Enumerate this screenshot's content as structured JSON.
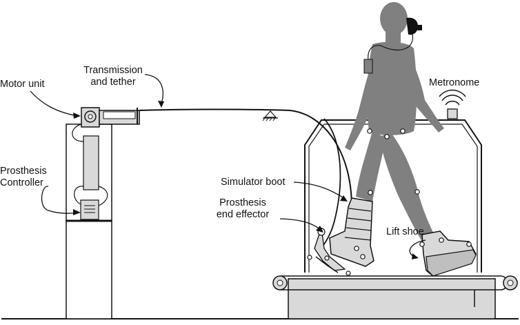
{
  "labels": {
    "motor_unit": "Motor unit",
    "transmission_1": "Transmission",
    "transmission_2": "and tether",
    "metronome": "Metronome",
    "controller_1": "Prosthesis",
    "controller_2": "Controller",
    "simulator_boot": "Simulator boot",
    "end_effector_1": "Prosthesis",
    "end_effector_2": "end effector",
    "lift_shoe": "Lift shoe"
  },
  "colors": {
    "line": "#111111",
    "body": "#808080",
    "equipment_fill": "#d9d9d9",
    "marker": "#ffffff"
  }
}
